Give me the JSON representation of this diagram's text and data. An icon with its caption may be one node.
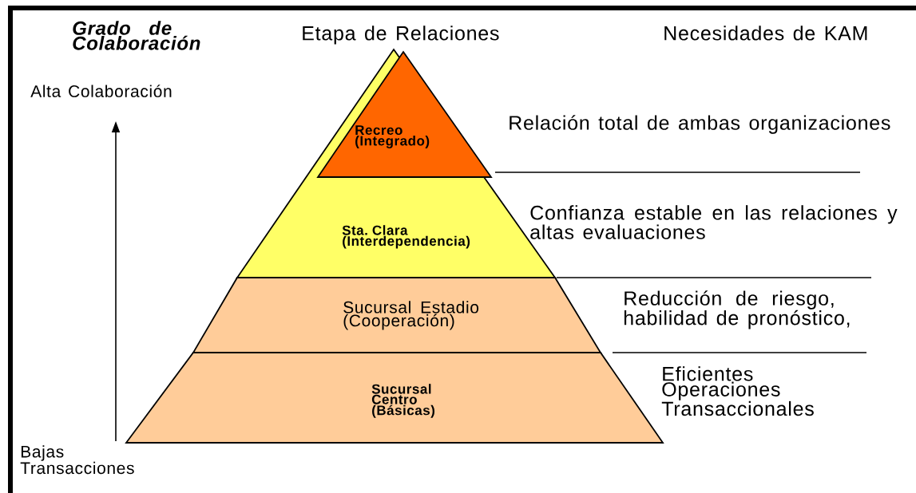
{
  "diagram": {
    "nodes": [
      {
        "text": [
          "Recreo (Integrado)"
        ],
        "in": 1
      },
      {
        "text": [
          "Sta. Clara (Interdependencia)"
        ]
      },
      {
        "text": [
          "Sucursal Estadio (Cooperación)"
        ]
      },
      {
        "text": [
          "Sucursal Centro (Básicas)"
        ]
      }
    ],
    "labels": [
      "Grado de Colaboración",
      "Etapa de Relaciones",
      "Necesidades de KAM",
      "Alta Colaboración",
      "Relación total de ambas organizaciones",
      "Confianza estable en las relaciones y altas evaluaciones",
      "Reducción de riesgo, habilidad de pronóstico,",
      "Eficientes Operaciones Transaccionales",
      "Bajas Transacciones"
    ]
  }
}
